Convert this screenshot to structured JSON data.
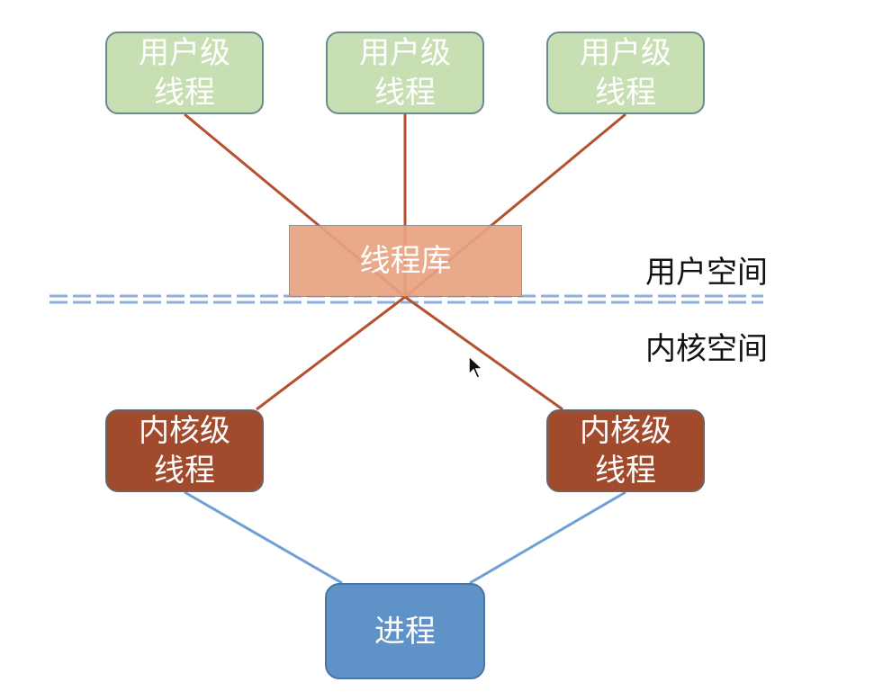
{
  "nodes": {
    "user_threads": [
      "用户级\n线程",
      "用户级\n线程",
      "用户级\n线程"
    ],
    "thread_library": "线程库",
    "kernel_threads": [
      "内核级\n线程",
      "内核级\n线程"
    ],
    "process": "进程"
  },
  "regions": {
    "user_space": "用户空间",
    "kernel_space": "内核空间"
  },
  "colors": {
    "user_thread_fill": "#c8dfb4",
    "thread_library_fill": "#e8a282",
    "kernel_thread_fill": "#a24a2c",
    "process_fill": "#5f92c7",
    "mapping_line": "#b5512f",
    "process_line": "#6e9fd6",
    "boundary_line": "#8fb0dc"
  },
  "icons": {
    "cursor": "mouse-pointer-icon"
  }
}
